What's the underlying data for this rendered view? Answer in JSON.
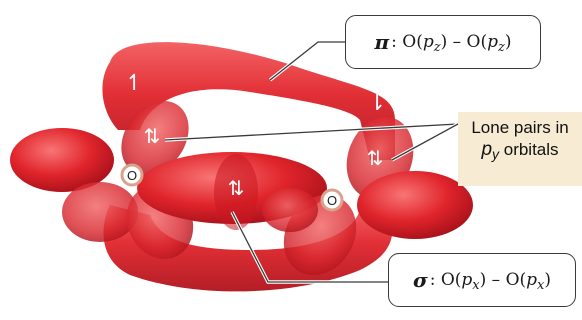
{
  "labels": {
    "pi": {
      "symbol": "π",
      "colon": " : O(",
      "left_sub": "p",
      "left_sub2": "z",
      "mid": ") – O(",
      "right_sub": "p",
      "right_sub2": "z",
      "end": ")"
    },
    "sigma": {
      "symbol": "σ",
      "colon": " : O(",
      "left_sub": "p",
      "left_sub2": "x",
      "mid": ") – O(",
      "right_sub": "p",
      "right_sub2": "x",
      "end": ")"
    },
    "lone_pairs": {
      "line1": "Lone pairs in",
      "py_p": "p",
      "py_y": "y",
      "line2_rest": " orbitals"
    },
    "atom_label": "O",
    "electron_pair": "⇅",
    "electron_up": "↿",
    "electron_down": "⇂"
  },
  "colors": {
    "lobe": "#e0242b",
    "lobe_dark": "#b5121a",
    "lobe_light": "#f26a6a",
    "atom_ring": "#d9a28c",
    "callout_bg": "#f7ecd3"
  }
}
